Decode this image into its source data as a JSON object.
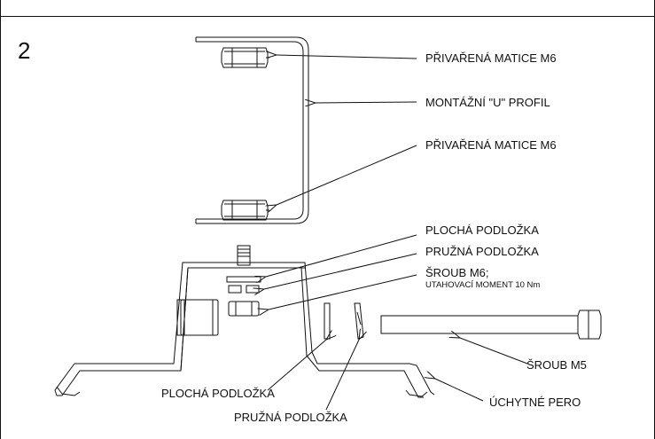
{
  "step_number": "2",
  "labels": {
    "nut_top": "PŘIVAŘENÁ MATICE M6",
    "u_profile": "MONTÁŽNÍ \"U\" PROFIL",
    "nut_bottom": "PŘIVAŘENÁ MATICE M6",
    "flat_washer_top": "PLOCHÁ PODLOŽKA",
    "spring_washer_top": "PRUŽNÁ PODLOŽKA",
    "bolt_m6": "ŠROUB M6;",
    "torque": "UTAHOVACÍ MOMENT 10 Nm",
    "bolt_m5": "ŠROUB M5",
    "clip_spring": "ÚCHYTNÉ PERO",
    "flat_washer_bottom": "PLOCHÁ PODLOŽKA",
    "spring_washer_bottom": "PRUŽNÁ PODLOŽKA"
  }
}
